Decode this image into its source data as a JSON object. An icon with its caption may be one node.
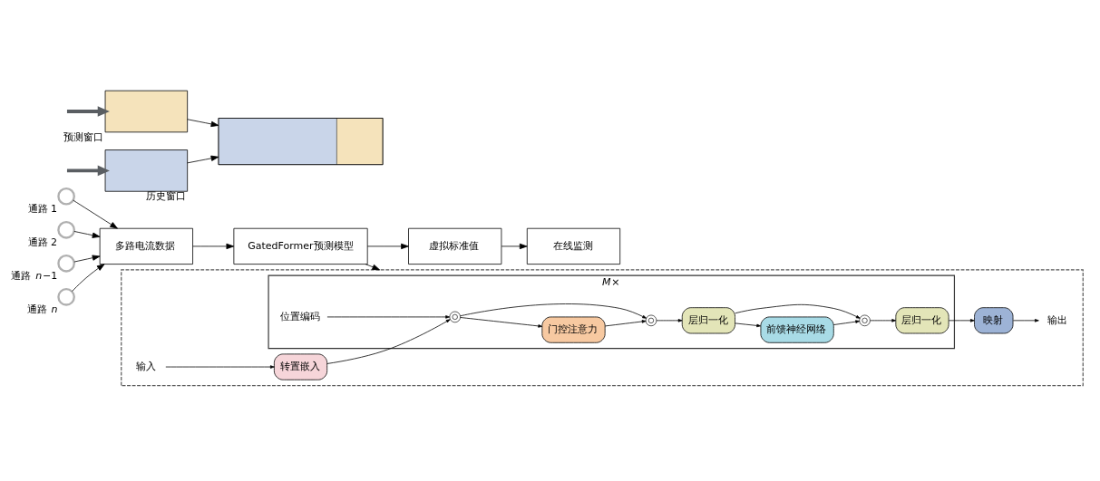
{
  "diagram": {
    "nodes": [
      {
        "text": [
          "通路 1"
        ]
      },
      {
        "text": [
          "通路 2"
        ]
      },
      {
        "text": [
          "通路 *n*−1"
        ]
      },
      {
        "text": [
          "通路 *n*"
        ]
      },
      {
        "text": [
          "多路电流数据"
        ]
      },
      {
        "text": [
          "GatedFormer预测模型"
        ]
      },
      {
        "text": [
          "虚拟标准值"
        ]
      },
      {
        "text": [
          "在线监测"
        ]
      },
      {
        "text": [
          "历史窗口"
        ]
      },
      {
        "text": [
          "预测窗口"
        ]
      },
      {
        "text": [],
        "shape": "picture"
      },
      {
        "text": [],
        "shape": "box"
      },
      {
        "text": [
          "*M*×"
        ],
        "in": 11
      },
      {
        "text": [
          "输入"
        ],
        "in": 11
      },
      {
        "text": [
          "转置嵌入"
        ],
        "in": 11
      },
      {
        "text": [],
        "shape": "circle",
        "in": 12
      },
      {
        "text": [
          "位置编码"
        ],
        "in": 12
      },
      {
        "text": [
          "门控注意力"
        ],
        "in": 12
      },
      {
        "text": [],
        "shape": "circle",
        "in": 12
      },
      {
        "text": [
          "层归一化"
        ],
        "in": 12
      },
      {
        "text": [
          "前馈神经网络"
        ],
        "in": 12
      },
      {
        "text": [],
        "shape": "circle",
        "in": 12
      },
      {
        "text": [
          "层归一化"
        ],
        "in": 12
      },
      {
        "text": [
          "映射"
        ],
        "in": 11
      },
      {
        "text": [
          "输出"
        ],
        "in": 11
      }
    ],
    "edges": [
      {
        "from": 0,
        "to": 4,
        "arrow": "to"
      },
      {
        "from": 1,
        "to": 4,
        "arrow": "to"
      },
      {
        "from": 2,
        "to": 4,
        "arrow": "to"
      },
      {
        "from": 3,
        "to": 4,
        "arrow": "to"
      },
      {
        "from": 4,
        "to": 5,
        "arrow": "to"
      },
      {
        "from": 5,
        "to": 6,
        "arrow": "to"
      },
      {
        "from": 6,
        "to": 7,
        "arrow": "to"
      },
      {
        "from": null,
        "to": 8,
        "arrow": "to",
        "style": "thick",
        "color": "#5a5e62"
      },
      {
        "from": null,
        "to": 9,
        "arrow": "to",
        "style": "thick",
        "color": "#5a5e62"
      },
      {
        "from": 8,
        "to": 10,
        "arrow": "to"
      },
      {
        "from": 9,
        "to": 10,
        "arrow": "to"
      },
      {
        "from": 5,
        "to": 11,
        "arrow": "to"
      },
      {
        "from": 13,
        "to": 14,
        "arrow": "to"
      },
      {
        "from": 14,
        "to": 15,
        "arrow": "to"
      },
      {
        "from": 16,
        "to": 15,
        "arrow": "to"
      },
      {
        "from": 15,
        "to": 17,
        "arrow": "to"
      },
      {
        "from": 15,
        "to": 18,
        "arrow": "to"
      },
      {
        "from": 17,
        "to": 18,
        "arrow": "to"
      },
      {
        "from": 18,
        "to": 19,
        "arrow": "to"
      },
      {
        "from": 19,
        "to": 20,
        "arrow": "to"
      },
      {
        "from": 19,
        "to": 21,
        "arrow": "to"
      },
      {
        "from": 20,
        "to": 21,
        "arrow": "to"
      },
      {
        "from": 21,
        "to": 22,
        "arrow": "to"
      },
      {
        "from": 22,
        "to": 23,
        "arrow": "to"
      },
      {
        "from": 23,
        "to": 24,
        "arrow": "to"
      }
    ]
  }
}
